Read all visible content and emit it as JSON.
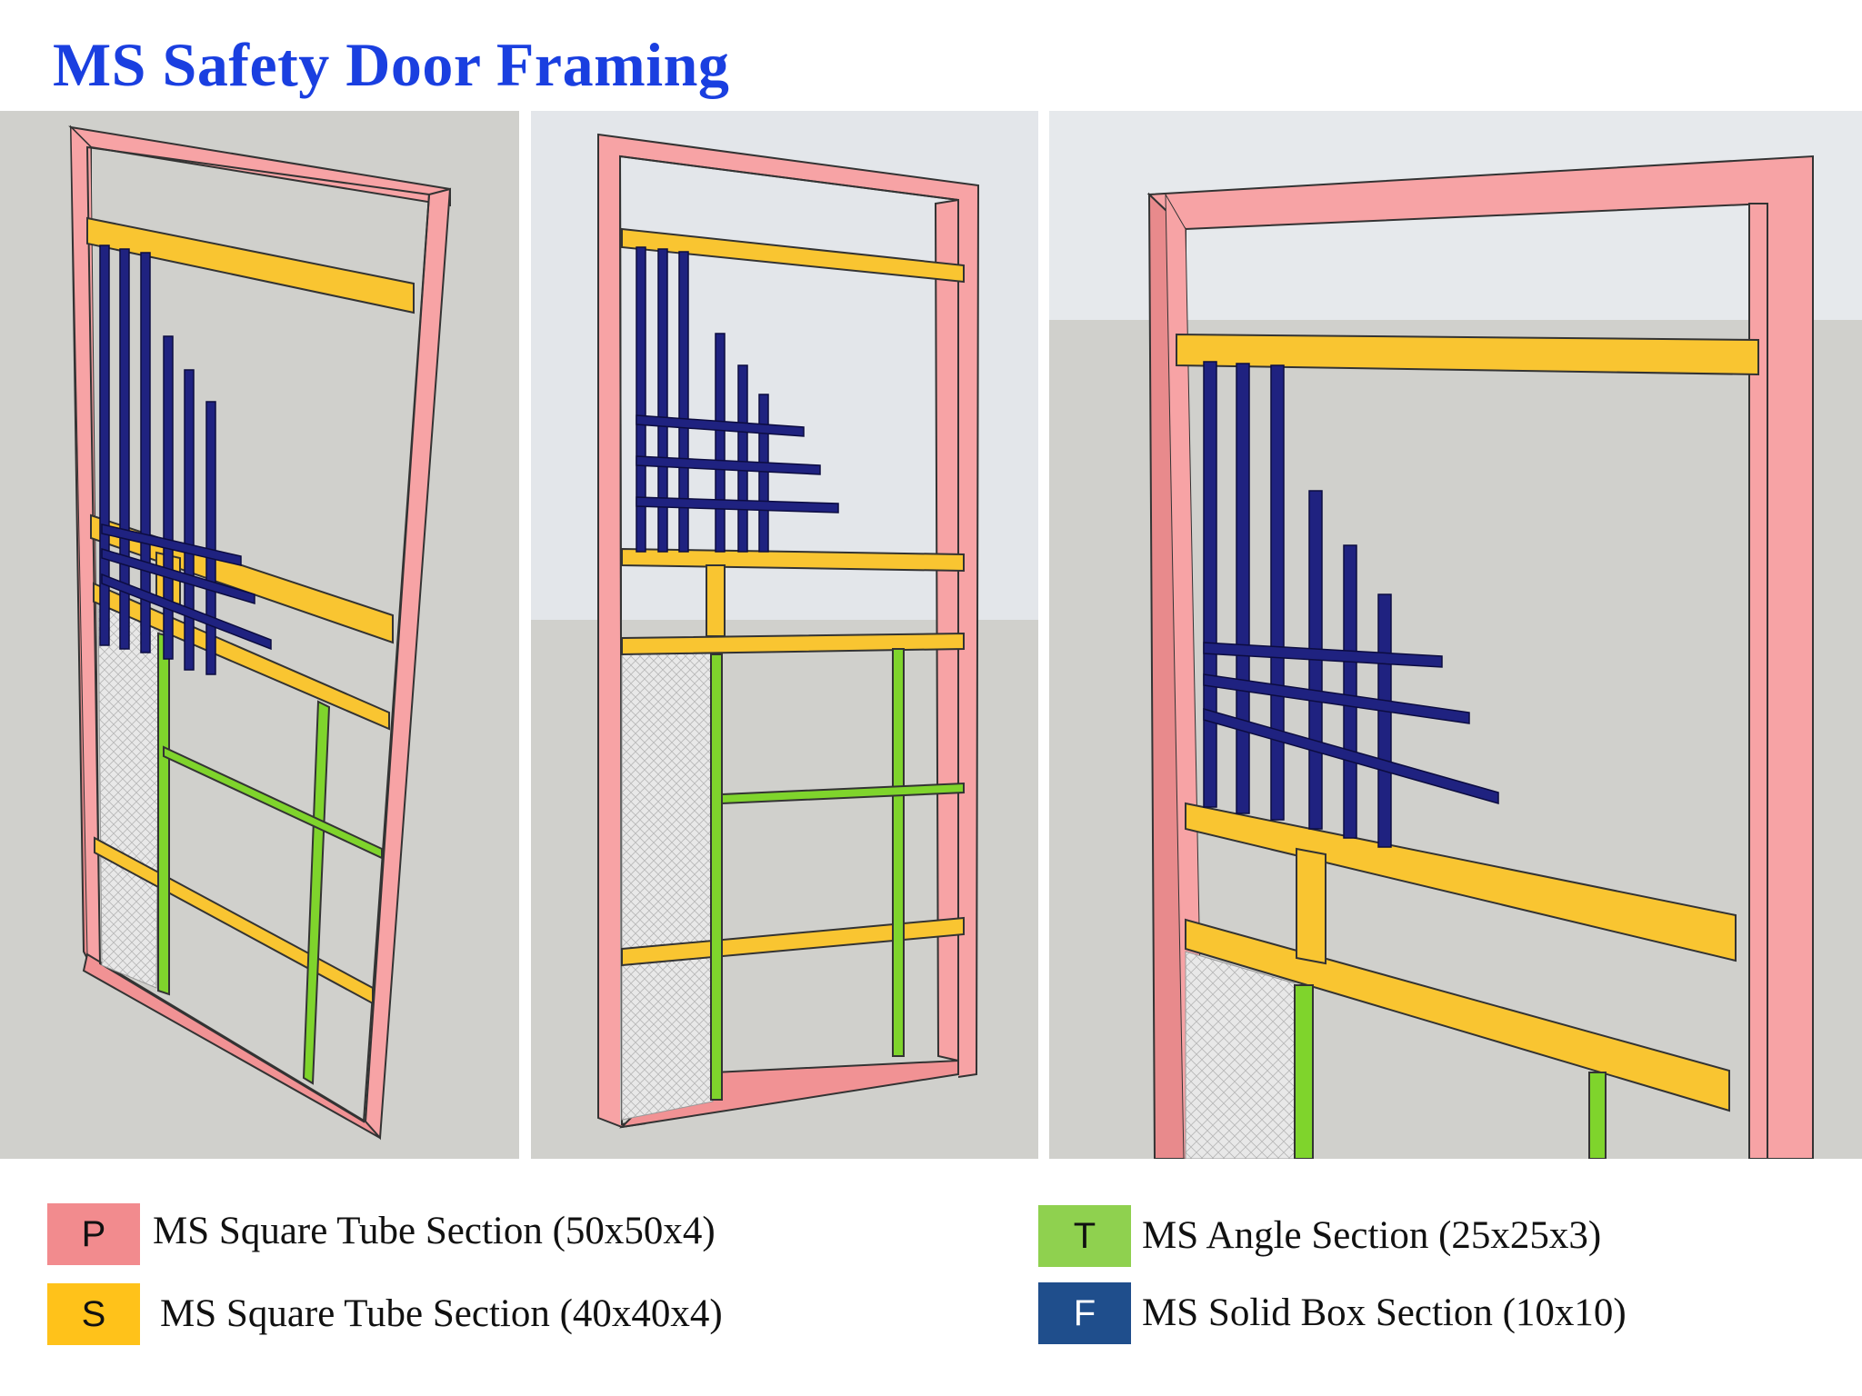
{
  "title": "MS Safety Door Framing",
  "legend": [
    {
      "code": "P",
      "label": "MS Square Tube Section (50x50x4)",
      "color": "#f28b8e",
      "text_color": "#111111"
    },
    {
      "code": "S",
      "label": "MS Square Tube Section (40x40x4)",
      "color": "#ffc21a",
      "text_color": "#111111"
    },
    {
      "code": "T",
      "label": "MS Angle Section (25x25x3)",
      "color": "#8fd14f",
      "text_color": "#111111"
    },
    {
      "code": "F",
      "label": "MS Solid Box Section (10x10)",
      "color": "#1f4e8c",
      "text_color": "#ffffff"
    }
  ],
  "colors": {
    "primary_frame": "#f59a9c",
    "secondary_tube": "#fcc93a",
    "angle_section": "#7ed321",
    "solid_box": "#1c1f78",
    "background_wall": "#cfcfcb",
    "sky": "#e6e9ec",
    "mesh": "#e4e4e4"
  },
  "panels": [
    {
      "name": "perspective-view-left"
    },
    {
      "name": "perspective-view-center"
    },
    {
      "name": "perspective-view-closeup"
    }
  ]
}
